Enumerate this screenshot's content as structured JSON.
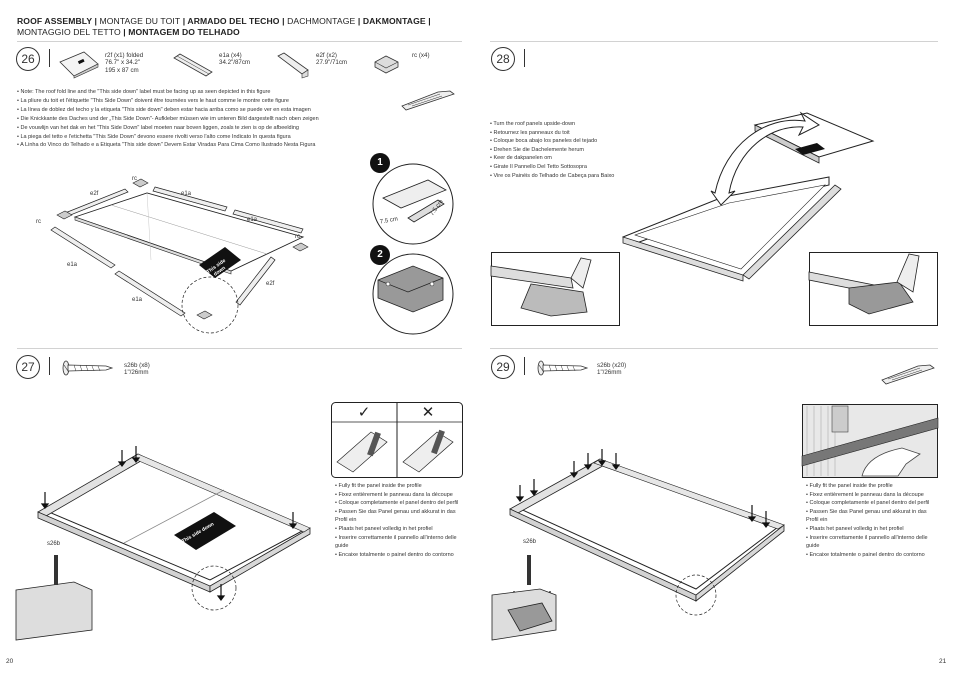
{
  "header": {
    "segments": [
      {
        "text": "ROOF ASSEMBLY",
        "bold": true
      },
      {
        "text": " | ",
        "bold": true
      },
      {
        "text": "MONTAGE DU TOIT",
        "bold": false
      },
      {
        "text": " | ",
        "bold": true
      },
      {
        "text": "ARMADO DEL TECHO",
        "bold": true
      },
      {
        "text": " | ",
        "bold": true
      },
      {
        "text": "DACHMONTAGE",
        "bold": false
      },
      {
        "text": " | ",
        "bold": true
      },
      {
        "text": "DAKMONTAGE",
        "bold": true
      },
      {
        "text": " | ",
        "bold": true
      },
      {
        "text": "MONTAGGIO DEL TETTO",
        "bold": false
      },
      {
        "text": " | ",
        "bold": true
      },
      {
        "text": "MONTAGEM DO TELHADO",
        "bold": true
      }
    ]
  },
  "steps": {
    "s26": {
      "number": "26",
      "parts": [
        {
          "name": "r2f (x1) folded",
          "dims": [
            "76.7\" x 34.2\"",
            "195 x 87 cm"
          ]
        },
        {
          "name": "e1a (x4)",
          "dims": [
            "34.2\"/87cm"
          ]
        },
        {
          "name": "e2f (x2)",
          "dims": [
            "27.9\"/71cm"
          ]
        },
        {
          "name": "rc (x4)",
          "dims": []
        }
      ],
      "notes": [
        "Note: The roof fold line and the \"This side down\" label must be facing up as seen depicted in this figure",
        "La pliure du toit et l'étiquette \"This Side Down\" doivent être tournées vers le haut comme le montre cette figure",
        "La línea de doblez del techo y la etiqueta \"This side down\" deben estar hacia arriba como se puede ver en esta imagen",
        "Die Knickkante des Daches und der „This Side Down\"- Aufkleber müssen wie im unteren Bild dargestellt nach oben zeigen",
        "De vouwlijn van het dak en het \"This Side Down\" label moeten naar boven liggen, zoals te zien is op de afbeelding",
        "La piega del tetto e l'etichetta \"This Side Down\" devono essere rivolti verso l'alto come Indicato In questa figura",
        "A Linha do Vinco do Telhado e a Etiqueta \"This side down\" Devem Estar Viradas Para Cima Como Ilustrado Nesta Figura"
      ],
      "labels": {
        "rc": "rc",
        "e2f": "e2f",
        "e1a": "e1a",
        "this_side_down": "This side down",
        "cm1": "7.5 cm",
        "cm2": "7.5 cm",
        "d1": "1",
        "d2": "2"
      }
    },
    "s27": {
      "number": "27",
      "part_name": "s26b (x8)",
      "part_dim": "1\"/26mm",
      "screw_label": "s26b",
      "this_side_down": "This side down",
      "check": "✓",
      "cross": "✕",
      "notes": [
        "Fully fit the panel inside the profile",
        "Fixez entièrement le panneau dans la découpe",
        "Coloque completamente el panel dentro del perfil",
        "Passen Sie das Panel genau und akkurat in das Profil ein",
        "Plaats het paneel volledig in het profiel",
        "Inserire correttamente il pannello all'interno delle guide",
        "Encaixe totalmente o painel dentro do contorno"
      ]
    },
    "s28": {
      "number": "28",
      "notes": [
        "Turn the roof panels upside-down",
        "Retournez les panneaux du toit",
        "Coloque boca abajo los paneles del tejado",
        "Drehen Sie die Dachelemente herum",
        "Keer de dakpanelen om",
        "Girate Il Pannello Del Tetto Sottosopra",
        "Vire os Painéis do Telhado de Cabeça para Baixo"
      ]
    },
    "s29": {
      "number": "29",
      "part_name": "s26b (x20)",
      "part_dim": "1\"/26mm",
      "screw_label": "s26b",
      "notes": [
        "Fully fit the panel inside the profile",
        "Fixez entièrement le panneau dans la découpe",
        "Coloque completamente el panel dentro del perfil",
        "Passen Sie das Panel genau und akkurat in das Profil ein",
        "Plaats het paneel volledig in het profiel",
        "Inserire correttamente il pannello all'interno delle guide",
        "Encaixe totalmente o painel dentro do contorno"
      ]
    }
  },
  "pages": {
    "left": "20",
    "right": "21"
  }
}
